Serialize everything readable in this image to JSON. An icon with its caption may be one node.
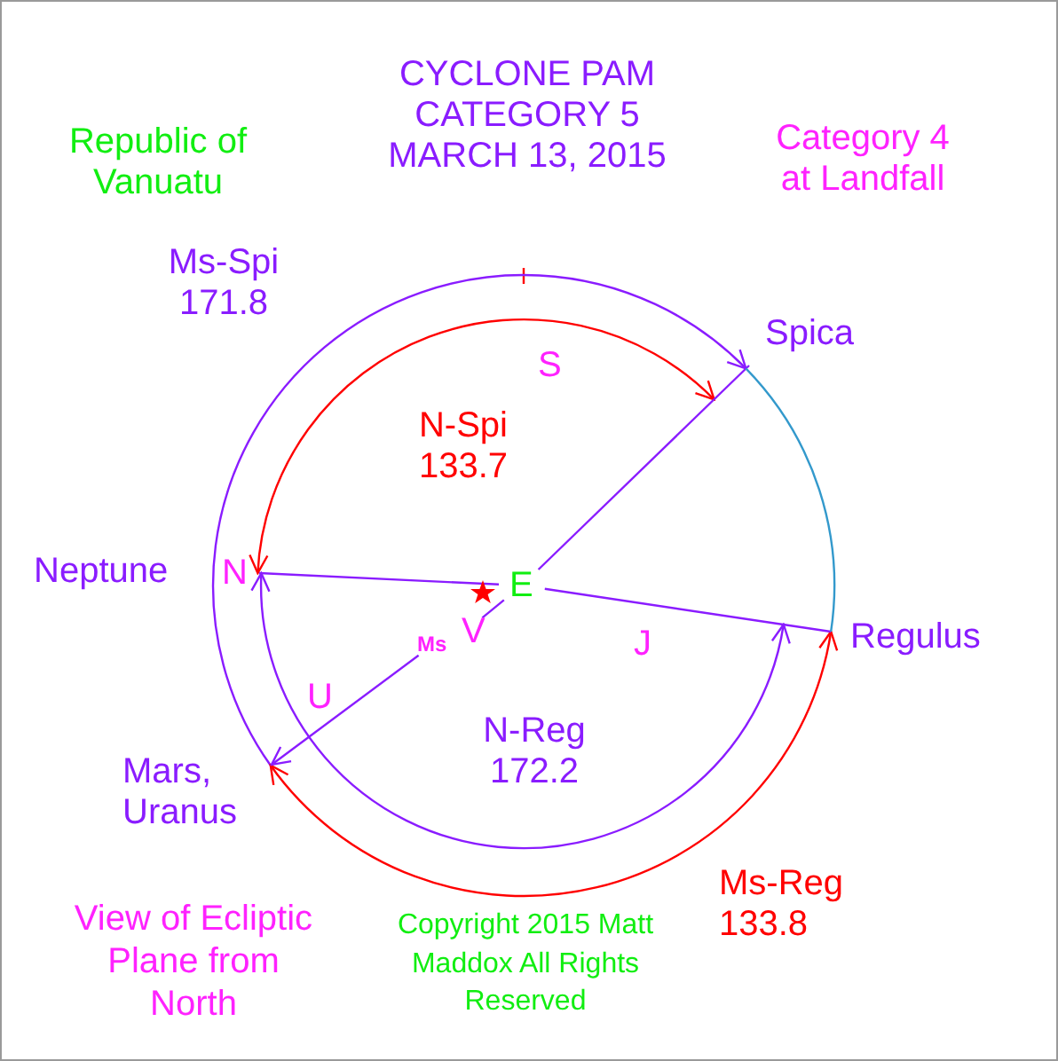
{
  "diagram": {
    "title": "CYCLONE PAM CATEGORY 5 MARCH 13, 2015",
    "nodes": [
      {
        "text": [
          "Neptune"
        ]
      },
      {
        "text": [
          "Spica"
        ]
      },
      {
        "text": [
          "Regulus"
        ]
      },
      {
        "text": [
          "Mars, Uranus"
        ]
      },
      {
        "text": [
          "E"
        ]
      },
      {
        "text": [
          "N"
        ]
      },
      {
        "text": [
          "S"
        ]
      },
      {
        "text": [
          "J"
        ]
      },
      {
        "text": [
          "U"
        ]
      },
      {
        "text": [
          "Ms"
        ]
      },
      {
        "text": [
          "V"
        ]
      }
    ],
    "edges": [
      {
        "from": 3,
        "to": 1,
        "arrow": "to",
        "label": "Ms-Spi 171.8"
      },
      {
        "from": 5,
        "to": 1,
        "arrow": "both",
        "label": "N-Spi 133.7",
        "color": "#ff0000"
      },
      {
        "from": 5,
        "to": 2,
        "arrow": "both",
        "label": "N-Reg 172.2"
      },
      {
        "from": 3,
        "to": 2,
        "arrow": "both",
        "label": "Ms-Reg 133.8",
        "color": "#ff0000"
      },
      {
        "from": 4,
        "to": 1,
        "arrow": "none"
      },
      {
        "from": 4,
        "to": 5,
        "arrow": "none"
      },
      {
        "from": 4,
        "to": 2,
        "arrow": "none"
      },
      {
        "from": 9,
        "to": 3,
        "arrow": "to"
      },
      {
        "from": 10,
        "to": 4,
        "arrow": "none"
      },
      {
        "from": 1,
        "to": 2,
        "arrow": "none",
        "color": "#3399cc"
      }
    ],
    "labels": [
      "Republic of Vanuatu",
      "Category 4 at Landfall",
      "View of Ecliptic Plane from North",
      "Copyright 2015 Matt Maddox All Rights Reserved"
    ]
  }
}
